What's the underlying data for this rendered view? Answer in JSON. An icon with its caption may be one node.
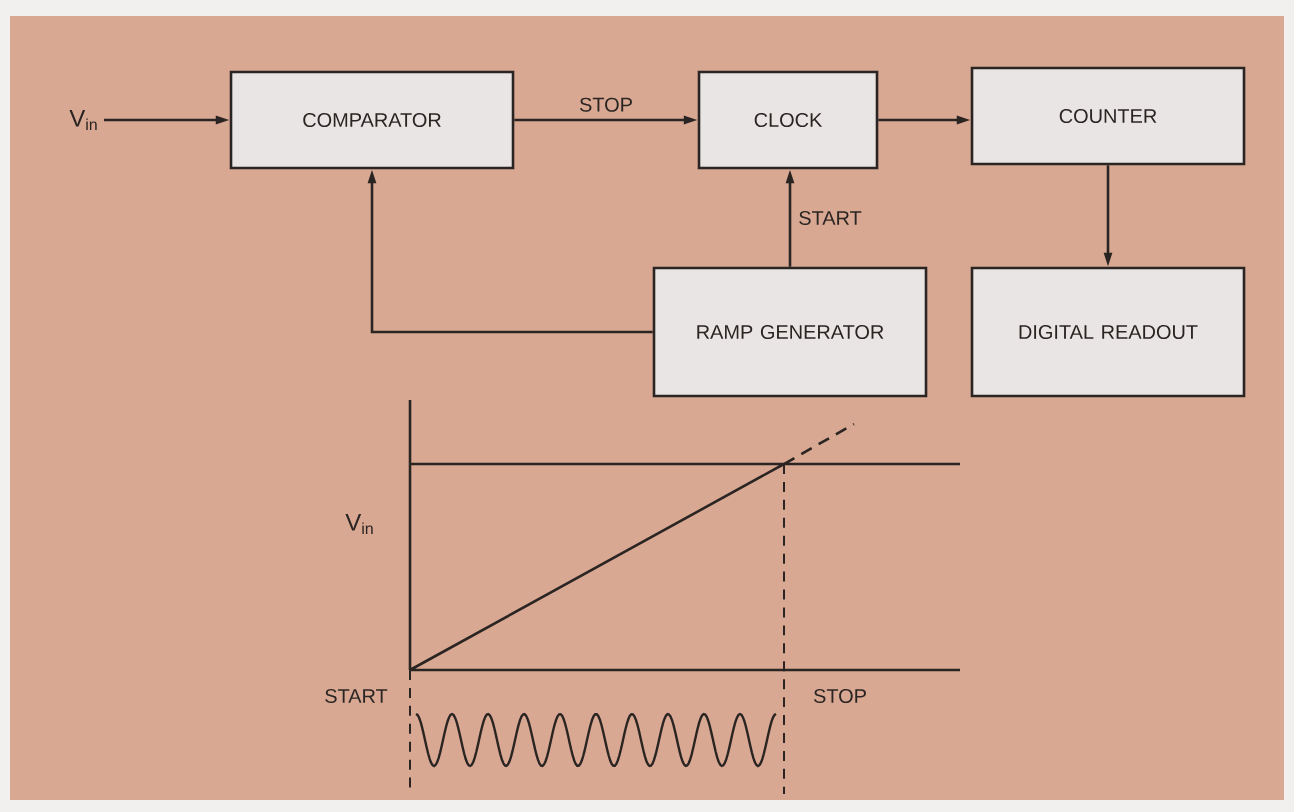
{
  "diagram": {
    "nodes": [
      {
        "text": [
          "V$_{in}$"
        ]
      },
      {
        "text": [
          "COMPARATOR"
        ]
      },
      {
        "text": [
          "CLOCK"
        ]
      },
      {
        "text": [
          "COUNTER"
        ]
      },
      {
        "text": [
          "RAMP GENERATOR"
        ]
      },
      {
        "text": [
          "DIGITAL READOUT"
        ]
      }
    ],
    "edges": [
      {
        "from": 0,
        "to": 1,
        "arrow": "to"
      },
      {
        "from": 1,
        "to": 2,
        "arrow": "to",
        "label": "STOP"
      },
      {
        "from": 2,
        "to": 3,
        "arrow": "to"
      },
      {
        "from": 4,
        "to": 2,
        "arrow": "to",
        "label": "START"
      },
      {
        "from": 4,
        "to": 1,
        "arrow": "to"
      },
      {
        "from": 3,
        "to": 5,
        "arrow": "to"
      }
    ],
    "labels": [
      "V$_{in}$",
      "START",
      "STOP"
    ]
  }
}
